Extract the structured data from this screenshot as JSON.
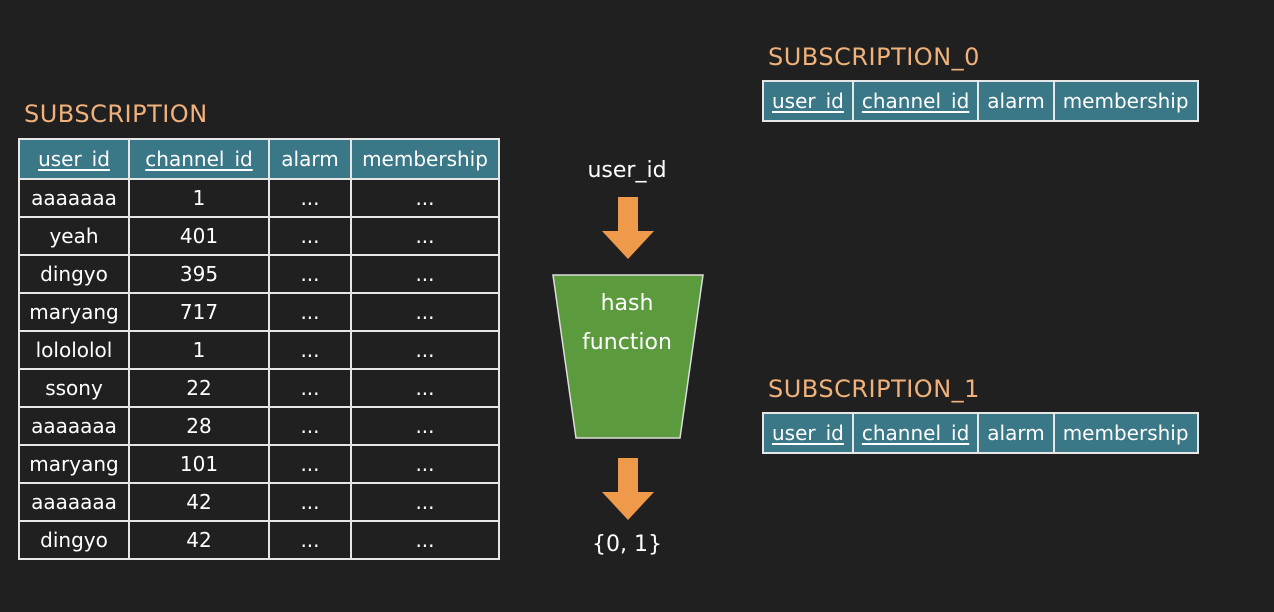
{
  "main": {
    "title": "SUBSCRIPTION",
    "columns": [
      "user_id",
      "channel_id",
      "alarm",
      "membership"
    ],
    "rows": [
      [
        "aaaaaaa",
        "1",
        "...",
        "..."
      ],
      [
        "yeah",
        "401",
        "...",
        "..."
      ],
      [
        "dingyo",
        "395",
        "...",
        "..."
      ],
      [
        "maryang",
        "717",
        "...",
        "..."
      ],
      [
        "lolololol",
        "1",
        "...",
        "..."
      ],
      [
        "ssony",
        "22",
        "...",
        "..."
      ],
      [
        "aaaaaaa",
        "28",
        "...",
        "..."
      ],
      [
        "maryang",
        "101",
        "...",
        "..."
      ],
      [
        "aaaaaaa",
        "42",
        "...",
        "..."
      ],
      [
        "dingyo",
        "42",
        "...",
        "..."
      ]
    ]
  },
  "flow": {
    "input_label": "user_id",
    "hash_line1": "hash",
    "hash_line2": "function",
    "output_label": "{0, 1}"
  },
  "shards": [
    {
      "title": "SUBSCRIPTION_0",
      "columns": [
        "user_id",
        "channel_id",
        "alarm",
        "membership"
      ]
    },
    {
      "title": "SUBSCRIPTION_1",
      "columns": [
        "user_id",
        "channel_id",
        "alarm",
        "membership"
      ]
    }
  ],
  "colors": {
    "background": "#202020",
    "title": "#f0b27a",
    "header_fill": "#3a7787",
    "hash_fill": "#5c9a3e",
    "arrow": "#ee9a4a"
  }
}
